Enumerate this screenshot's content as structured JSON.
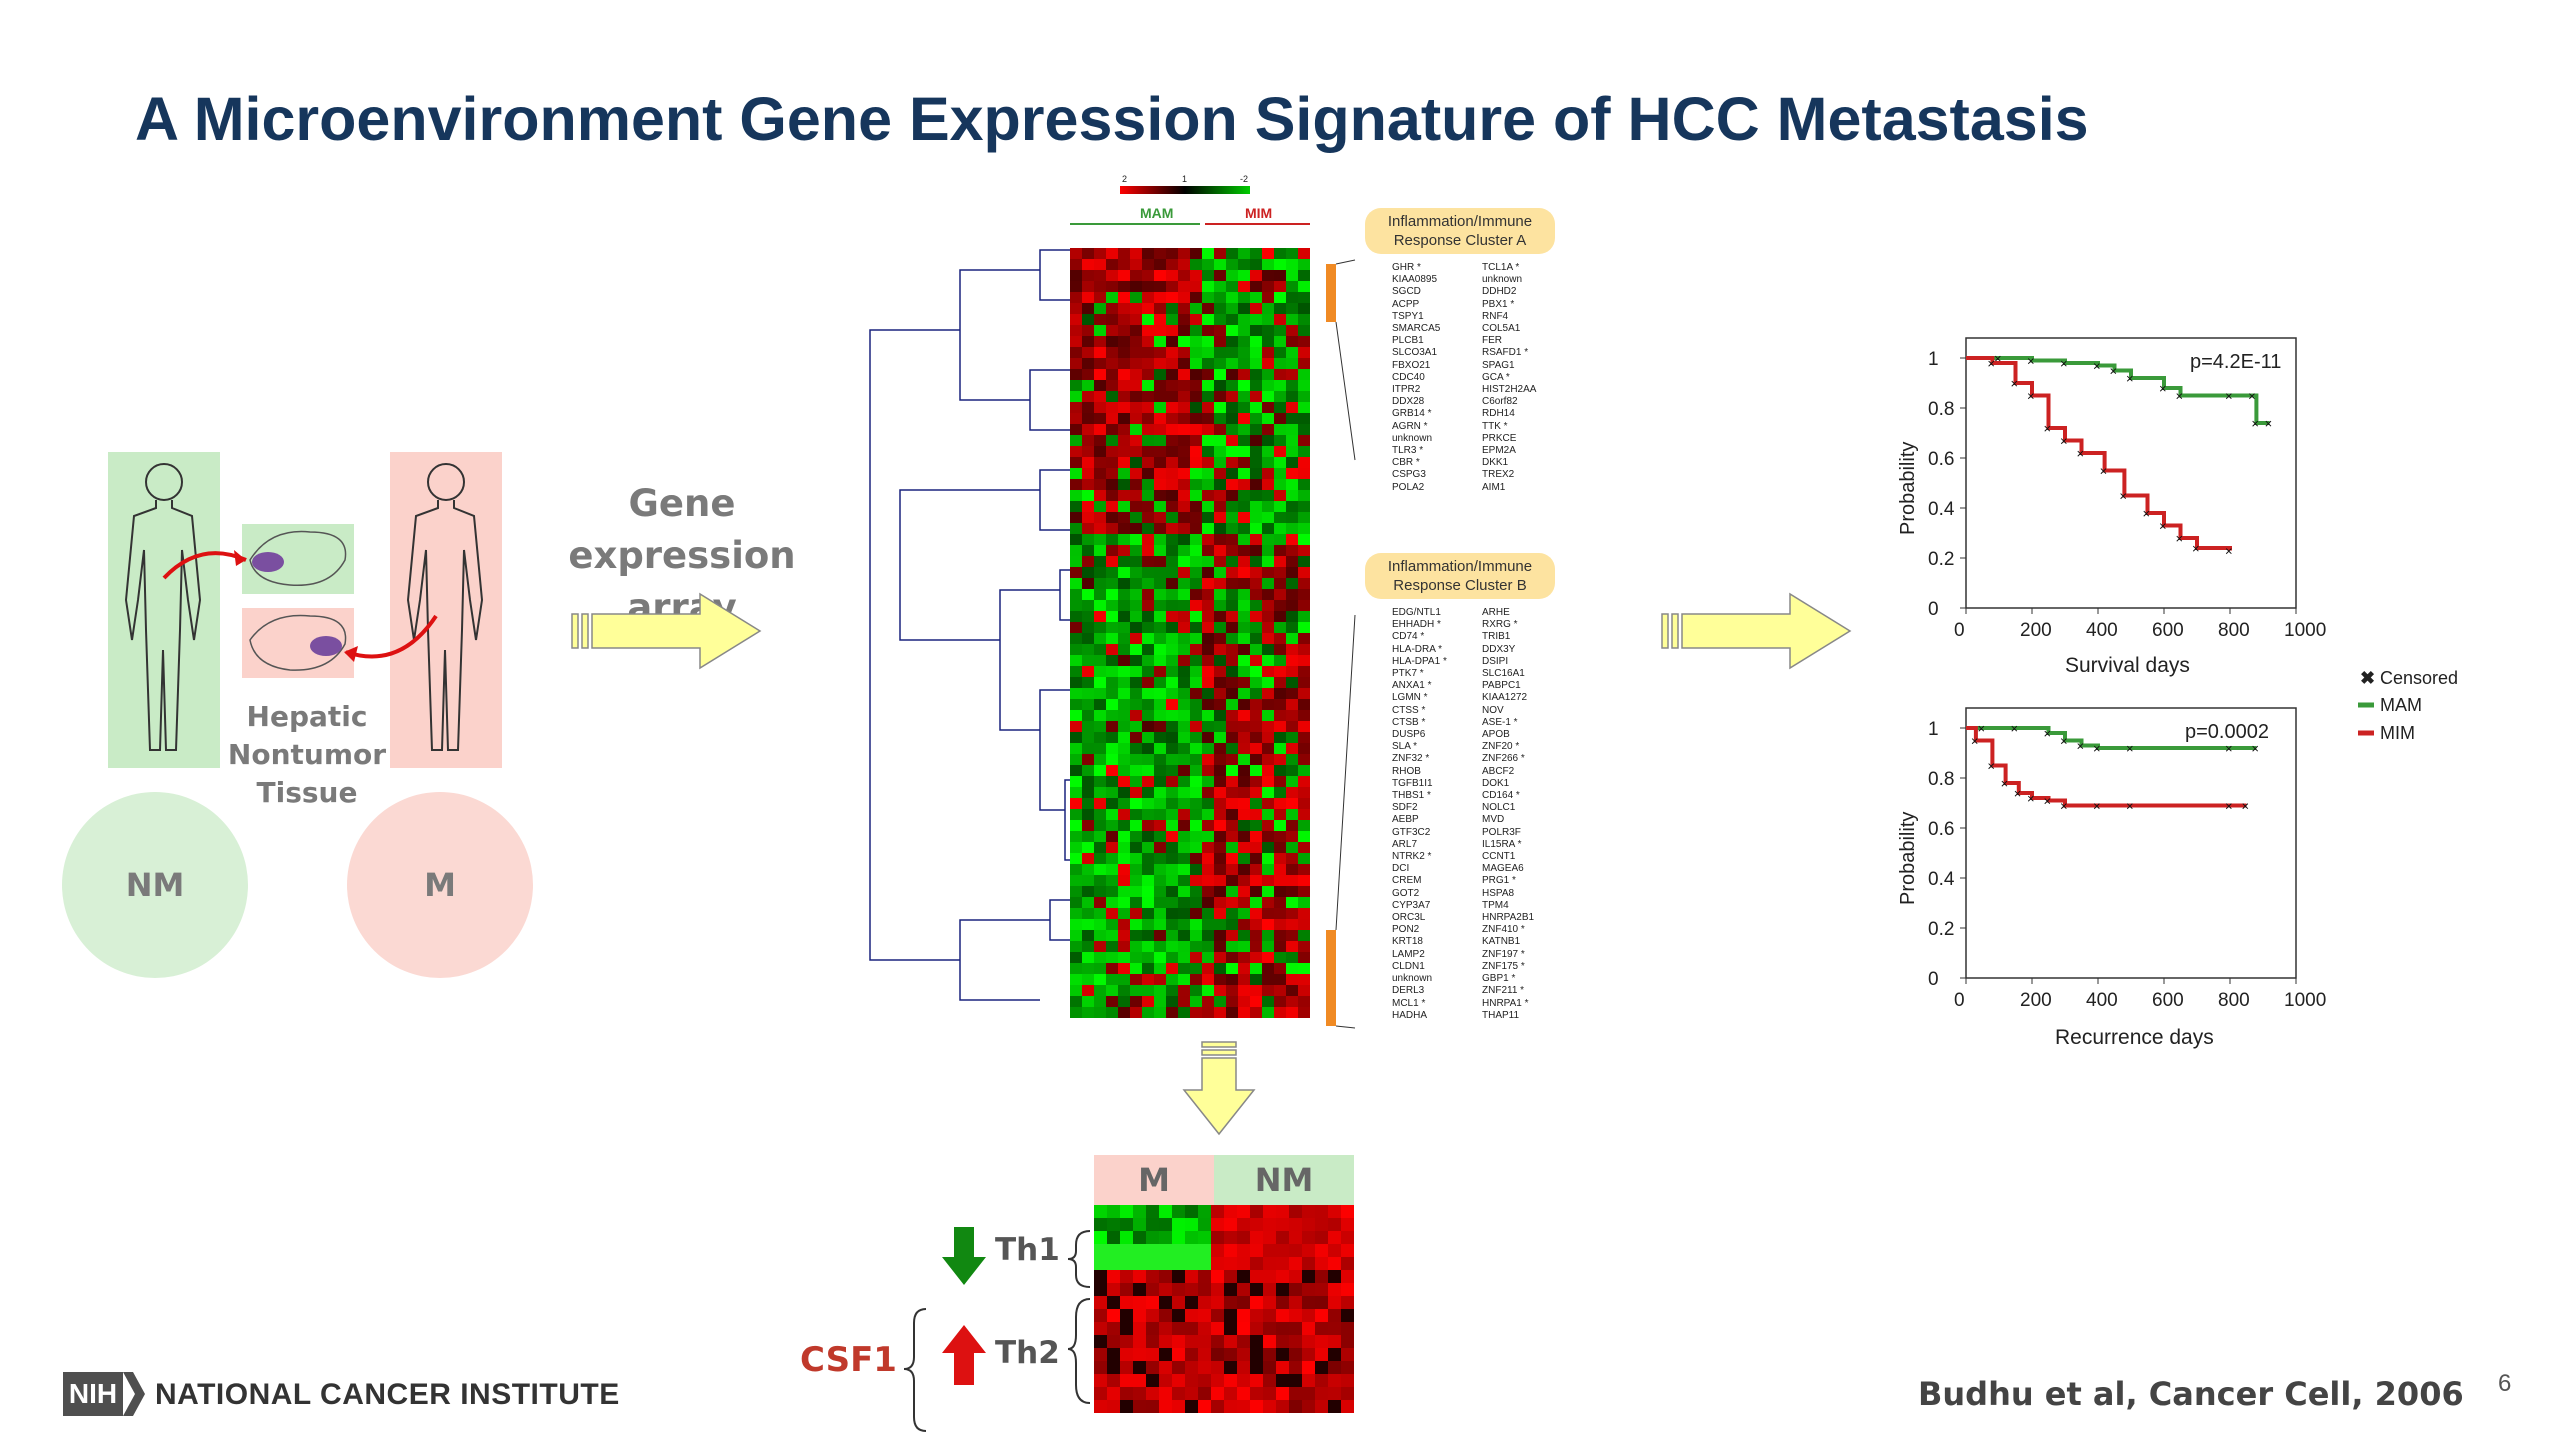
{
  "title": "A Microenvironment Gene Expression Signature of HCC Metastasis",
  "gene_expression_label": "Gene expression array",
  "tissue_label": "Hepatic Nontumor Tissue",
  "nm_label": "NM",
  "m_label": "M",
  "heatmap": {
    "scale_ticks": [
      "2",
      "1",
      "-2"
    ],
    "group_mam": "MAM",
    "group_mim": "MIM"
  },
  "cluster_a": {
    "title": "Inflammation/Immune Response Cluster A",
    "col1": [
      "GHR *",
      "KIAA0895",
      "SGCD",
      "ACPP",
      "TSPY1",
      "SMARCA5",
      "PLCB1",
      "SLCO3A1",
      "FBXO21",
      "CDC40",
      "ITPR2",
      "DDX28",
      "GRB14 *",
      "AGRN *",
      "unknown",
      "TLR3 *",
      "CBR *",
      "CSPG3",
      "POLA2"
    ],
    "col2": [
      "TCL1A *",
      "unknown",
      "DDHD2",
      "PBX1 *",
      "RNF4",
      "COL5A1",
      "FER",
      "RSAFD1 *",
      "SPAG1",
      "GCA *",
      "HIST2H2AA",
      "C6orf82",
      "RDH14",
      "TTK *",
      "PRKCE",
      "EPM2A",
      "DKK1",
      "TREX2",
      "AIM1"
    ]
  },
  "cluster_b": {
    "title": "Inflammation/Immune Response Cluster B",
    "col1": [
      "EDG/NTL1",
      "EHHADH *",
      "CD74 *",
      "HLA-DRA *",
      "HLA-DPA1 *",
      "PTK7 *",
      "ANXA1 *",
      "LGMN *",
      "CTSS *",
      "CTSB *",
      "DUSP6",
      "SLA *",
      "ZNF32 *",
      "RHOB",
      "TGFB1I1",
      "THBS1 *",
      "SDF2",
      "AEBP",
      "GTF3C2",
      "ARL7",
      "NTRK2 *",
      "DCI",
      "CREM",
      "GOT2",
      "CYP3A7",
      "ORC3L",
      "PON2",
      "KRT18",
      "LAMP2",
      "CLDN1",
      "unknown",
      "DERL3",
      "MCL1 *",
      "HADHA"
    ],
    "col2": [
      "ARHE",
      "RXRG *",
      "TRIB1",
      "DDX3Y",
      "DSIPI",
      "SLC16A1",
      "PABPC1",
      "KIAA1272",
      "NOV",
      "ASE-1 *",
      "APOB",
      "ZNF20 *",
      "ZNF266 *",
      "ABCF2",
      "DOK1",
      "CD164 *",
      "NOLC1",
      "MVD",
      "POLR3F",
      "IL15RA *",
      "CCNT1",
      "MAGEA6",
      "PRG1 *",
      "HSPA8",
      "TPM4",
      "HNRPA2B1",
      "ZNF410 *",
      "KATNB1",
      "ZNF197 *",
      "ZNF175 *",
      "GBP1 *",
      "ZNF211 *",
      "HNRPA1 *",
      "THAP11"
    ]
  },
  "th_heatmap": {
    "col_m": "M",
    "col_nm": "NM",
    "th1": "Th1",
    "th2": "Th2",
    "csf1": "CSF1"
  },
  "footer": {
    "nih": "NIH",
    "institute": "NATIONAL CANCER INSTITUTE",
    "citation": "Budhu et al, Cancer Cell, 2006",
    "page": "6"
  },
  "colors": {
    "title": "#16365c",
    "mam": "#3a9a3a",
    "mim": "#cc2222",
    "nm_bg": "#d8f0d6",
    "m_bg": "#fbd9d3",
    "arrow_fill": "#ffff99",
    "cluster_fill": "#fde3a0"
  },
  "chart_data": [
    {
      "type": "line",
      "title": "",
      "pvalue": "p=4.2E-11",
      "xlabel": "Survival days",
      "ylabel": "Probability",
      "xlim": [
        0,
        1000
      ],
      "ylim": [
        0,
        1
      ],
      "xticks": [
        "0",
        "200",
        "400",
        "600",
        "800",
        "1000"
      ],
      "yticks": [
        "0",
        "0.2",
        "0.4",
        "0.6",
        "0.8",
        "1"
      ],
      "series": [
        {
          "name": "MAM",
          "x": [
            0,
            100,
            200,
            300,
            400,
            450,
            500,
            600,
            650,
            800,
            870,
            880,
            920
          ],
          "y": [
            1,
            1,
            0.99,
            0.98,
            0.97,
            0.95,
            0.92,
            0.88,
            0.85,
            0.85,
            0.85,
            0.74,
            0.74
          ]
        },
        {
          "name": "MIM",
          "x": [
            0,
            80,
            150,
            200,
            250,
            300,
            350,
            420,
            480,
            550,
            600,
            650,
            700,
            800
          ],
          "y": [
            1,
            0.98,
            0.9,
            0.85,
            0.72,
            0.67,
            0.62,
            0.55,
            0.45,
            0.38,
            0.33,
            0.28,
            0.24,
            0.23
          ]
        }
      ]
    },
    {
      "type": "line",
      "title": "",
      "pvalue": "p=0.0002",
      "xlabel": "Recurrence days",
      "ylabel": "Probability",
      "xlim": [
        0,
        1000
      ],
      "ylim": [
        0,
        1
      ],
      "xticks": [
        "0",
        "200",
        "400",
        "600",
        "800",
        "1000"
      ],
      "yticks": [
        "0",
        "0.2",
        "0.4",
        "0.6",
        "0.8",
        "1"
      ],
      "series": [
        {
          "name": "MAM",
          "x": [
            0,
            50,
            150,
            250,
            300,
            350,
            400,
            500,
            800,
            880
          ],
          "y": [
            1,
            1,
            1,
            0.98,
            0.95,
            0.93,
            0.92,
            0.92,
            0.92,
            0.92
          ]
        },
        {
          "name": "MIM",
          "x": [
            0,
            30,
            80,
            120,
            160,
            200,
            250,
            300,
            400,
            500,
            800,
            850
          ],
          "y": [
            1,
            0.95,
            0.85,
            0.78,
            0.74,
            0.72,
            0.71,
            0.69,
            0.69,
            0.69,
            0.69,
            0.69
          ]
        }
      ]
    }
  ],
  "legend": {
    "censored": "Censored",
    "mam": "MAM",
    "mim": "MIM"
  }
}
